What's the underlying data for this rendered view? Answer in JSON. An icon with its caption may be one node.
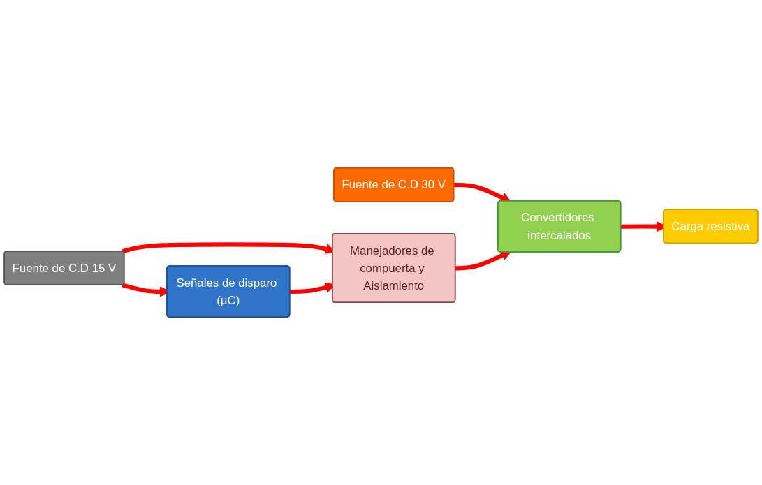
{
  "diagram": {
    "nodes": [
      {
        "text": [
          "Fuente de C.D 30 V"
        ]
      },
      {
        "text": [
          "Convertidores intercalados"
        ]
      },
      {
        "text": [
          "Carga resistiva"
        ]
      },
      {
        "text": [
          "Manejadores de compuerta y Aislamiento"
        ]
      },
      {
        "text": [
          "Fuente de C.D 15 V"
        ]
      },
      {
        "text": [
          "Señales de disparo (μC)"
        ]
      }
    ],
    "edges": [
      {
        "from": 0,
        "to": 1,
        "arrow": "to"
      },
      {
        "from": 1,
        "to": 2,
        "arrow": "to"
      },
      {
        "from": 3,
        "to": 1,
        "arrow": "to"
      },
      {
        "from": 4,
        "to": 3,
        "arrow": "to"
      },
      {
        "from": 4,
        "to": 5,
        "arrow": "to"
      },
      {
        "from": 5,
        "to": 3,
        "arrow": "to"
      }
    ]
  }
}
